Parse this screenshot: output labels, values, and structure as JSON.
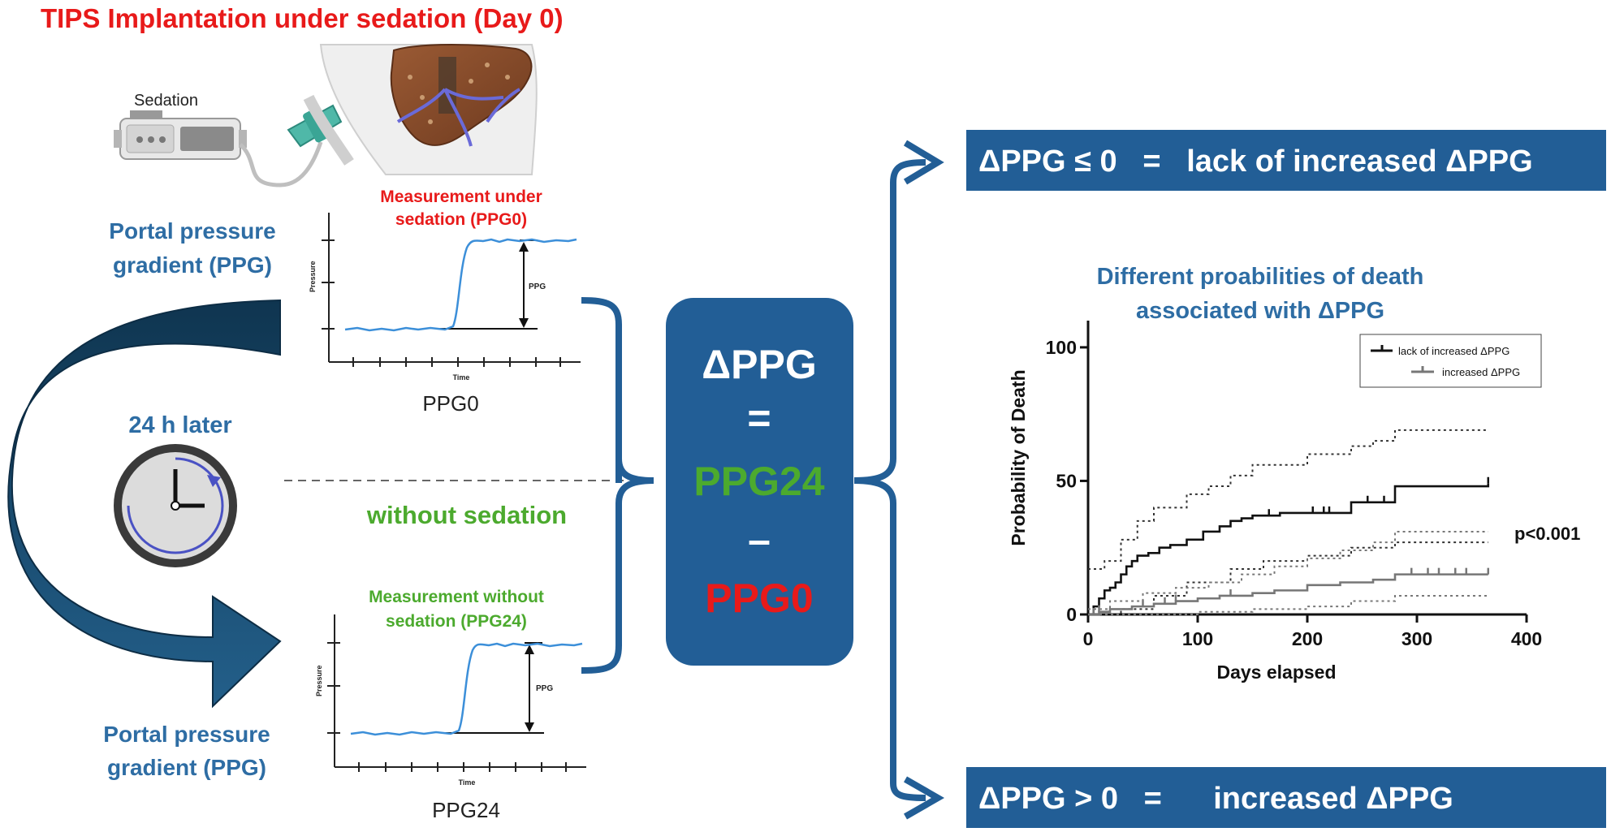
{
  "colors": {
    "blue_dark": "#225e96",
    "blue_text": "#2e6da4",
    "red": "#e81a1a",
    "green": "#4caa2e",
    "trace": "#3c8fd9",
    "navy_arrow": "#173f5f"
  },
  "header": {
    "title": "TIPS Implantation under sedation (Day 0)"
  },
  "device": {
    "sedation_label": "Sedation"
  },
  "top_measurement": {
    "caption_line1": "Measurement under",
    "caption_line2": "sedation (PPG0)",
    "side_label_line1": "Portal pressure",
    "side_label_line2": "gradient (PPG)",
    "y_axis": "Pressure",
    "x_axis": "Time",
    "gradient_label": "PPG",
    "plot_label": "PPG0"
  },
  "interval": {
    "label": "24 h later",
    "sedation_state": "without sedation"
  },
  "bottom_measurement": {
    "caption_line1": "Measurement without",
    "caption_line2": "sedation (PPG24)",
    "side_label_line1": "Portal pressure",
    "side_label_line2": "gradient (PPG)",
    "y_axis": "Pressure",
    "x_axis": "Time",
    "gradient_label": "PPG",
    "plot_label": "PPG24"
  },
  "formula": {
    "lhs": "ΔPPG",
    "equals": "=",
    "term1": "PPG24",
    "minus": "–",
    "term2": "PPG0"
  },
  "outcomes": {
    "lack_box": "ΔPPG ≤ 0   =   lack of increased ΔPPG",
    "increased_box": "ΔPPG > 0   =      increased ΔPPG"
  },
  "survival": {
    "title_line1": "Different proabilities of death",
    "title_line2": "associated with  ΔPPG",
    "p_value": "p<0.001"
  },
  "chart_data": {
    "type": "line",
    "xlabel": "Days elapsed",
    "ylabel": "Probability of Death",
    "xlim": [
      0,
      400
    ],
    "ylim": [
      0,
      110
    ],
    "xticks": [
      0,
      100,
      200,
      300,
      400
    ],
    "yticks": [
      0,
      50,
      100
    ],
    "legend_position": "top-right",
    "series": [
      {
        "name": "lack of increased ΔPPG",
        "color": "#111111",
        "style": "solid",
        "x": [
          0,
          5,
          10,
          15,
          20,
          25,
          30,
          35,
          40,
          45,
          55,
          65,
          75,
          90,
          105,
          120,
          130,
          140,
          150,
          160,
          175,
          200,
          240,
          280,
          365
        ],
        "y": [
          0,
          3,
          6,
          9,
          10,
          12,
          15,
          18,
          20,
          22,
          23,
          25,
          26,
          28,
          31,
          33,
          35,
          36,
          37,
          37,
          38,
          38,
          42,
          48,
          49
        ],
        "censor_x": [
          165,
          205,
          215,
          220,
          255,
          270,
          365
        ]
      },
      {
        "name": "lack of increased ΔPPG (95% CI upper)",
        "color": "#333333",
        "style": "dotted",
        "x": [
          0,
          15,
          30,
          45,
          60,
          90,
          110,
          130,
          150,
          200,
          240,
          260,
          280,
          365
        ],
        "y": [
          17,
          20,
          28,
          35,
          40,
          45,
          48,
          52,
          56,
          60,
          63,
          65,
          69,
          69
        ]
      },
      {
        "name": "lack of increased ΔPPG (95% CI lower)",
        "color": "#333333",
        "style": "dotted",
        "x": [
          0,
          30,
          60,
          90,
          130,
          160,
          200,
          240,
          280,
          365
        ],
        "y": [
          0,
          2,
          7,
          12,
          17,
          20,
          22,
          25,
          27,
          27
        ]
      },
      {
        "name": "increased ΔPPG",
        "color": "#777777",
        "style": "solid",
        "x": [
          0,
          10,
          20,
          40,
          60,
          80,
          100,
          120,
          150,
          170,
          200,
          230,
          260,
          280,
          365
        ],
        "y": [
          0,
          1,
          2,
          3,
          4,
          5,
          6,
          7,
          8,
          9,
          11,
          12,
          13,
          15,
          15
        ],
        "censor_x": [
          5,
          10,
          50,
          70,
          80,
          130,
          295,
          310,
          320,
          335,
          345,
          365
        ]
      },
      {
        "name": "increased ΔPPG (95% CI upper)",
        "color": "#777777",
        "style": "dotted",
        "x": [
          0,
          20,
          50,
          80,
          110,
          140,
          170,
          200,
          230,
          260,
          280,
          365
        ],
        "y": [
          2,
          5,
          8,
          10,
          12,
          15,
          18,
          21,
          24,
          27,
          31,
          31
        ]
      },
      {
        "name": "increased ΔPPG (95% CI lower)",
        "color": "#777777",
        "style": "dotted",
        "x": [
          0,
          60,
          100,
          150,
          200,
          240,
          280,
          365
        ],
        "y": [
          0,
          0,
          1,
          2,
          3,
          5,
          7,
          7
        ]
      }
    ],
    "legend": [
      {
        "label": "lack of increased ΔPPG",
        "color": "#111111"
      },
      {
        "label": "increased ΔPPG",
        "color": "#777777"
      }
    ]
  }
}
